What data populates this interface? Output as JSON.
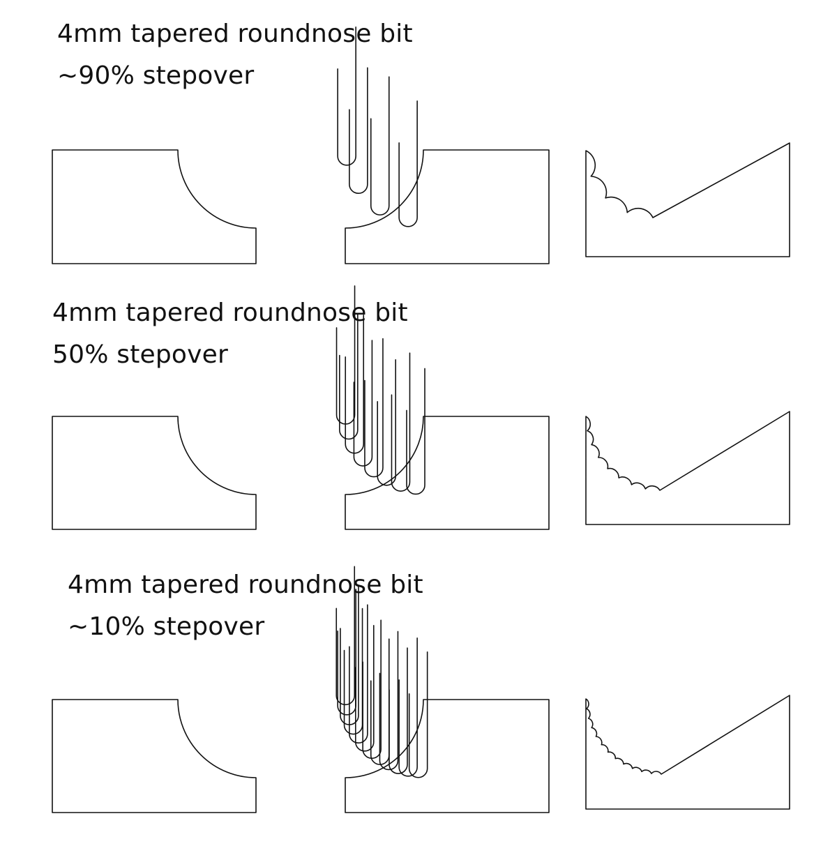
{
  "sections": [
    {
      "title": "4mm tapered roundnose bit",
      "stepover": "~90% stepover",
      "passes": 4
    },
    {
      "title": "4mm tapered roundnose bit",
      "stepover": "50% stepover",
      "passes": 8
    },
    {
      "title": "4mm tapered roundnose bit",
      "stepover": "~10% stepover",
      "passes": 12
    }
  ]
}
